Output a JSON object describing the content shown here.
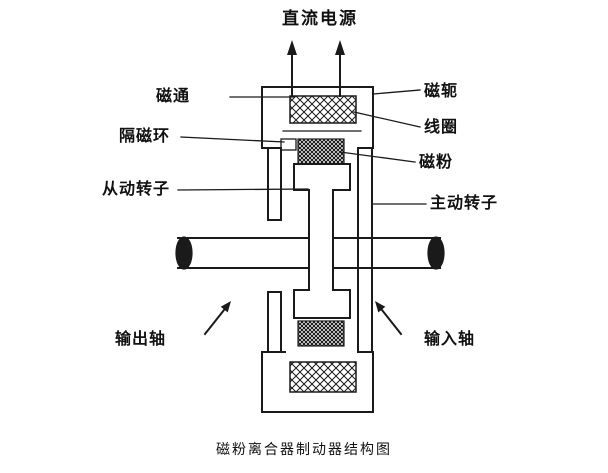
{
  "figure": {
    "power_label": "直流电源",
    "caption": "磁粉离合器制动器结构图",
    "labels": {
      "flux": "磁通",
      "yoke": "磁轭",
      "isolation_ring": "隔磁环",
      "coil": "线圈",
      "driven_rotor": "从动转子",
      "powder": "磁粉",
      "driving_rotor": "主动转子",
      "output_shaft": "输出轴",
      "input_shaft": "输入轴"
    },
    "colors": {
      "ink": "#1a1a1a",
      "background": "#ffffff"
    }
  }
}
